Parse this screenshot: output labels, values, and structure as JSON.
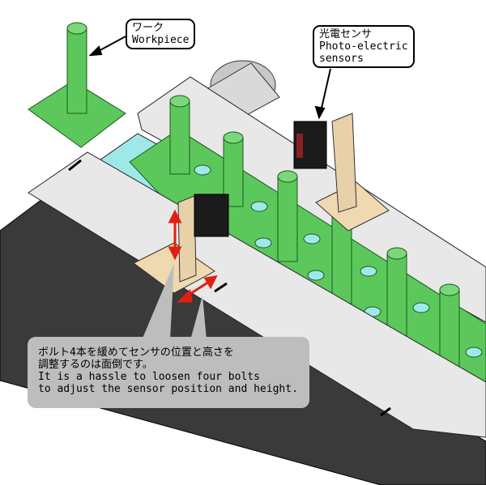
{
  "labels": {
    "workpiece": {
      "ja": "ワーク",
      "en": "Workpiece"
    },
    "sensor": {
      "ja": "光電センサ",
      "en1": "Photo-electric",
      "en2": "sensors"
    }
  },
  "callout": {
    "ja1": "ボルト4本を緩めてセンサの位置と高さを",
    "ja2": "調整するのは面倒です。",
    "en1": "It is a hassle to loosen four bolts",
    "en2": "to adjust the sensor position and height."
  },
  "colors": {
    "green": "#5cc85c",
    "dark_green": "#3a9a3a",
    "plate": "#e6e6e6",
    "belt": "#3a3a3a",
    "arrow": "#e02010",
    "callout_bg": "#bdbdbd"
  }
}
